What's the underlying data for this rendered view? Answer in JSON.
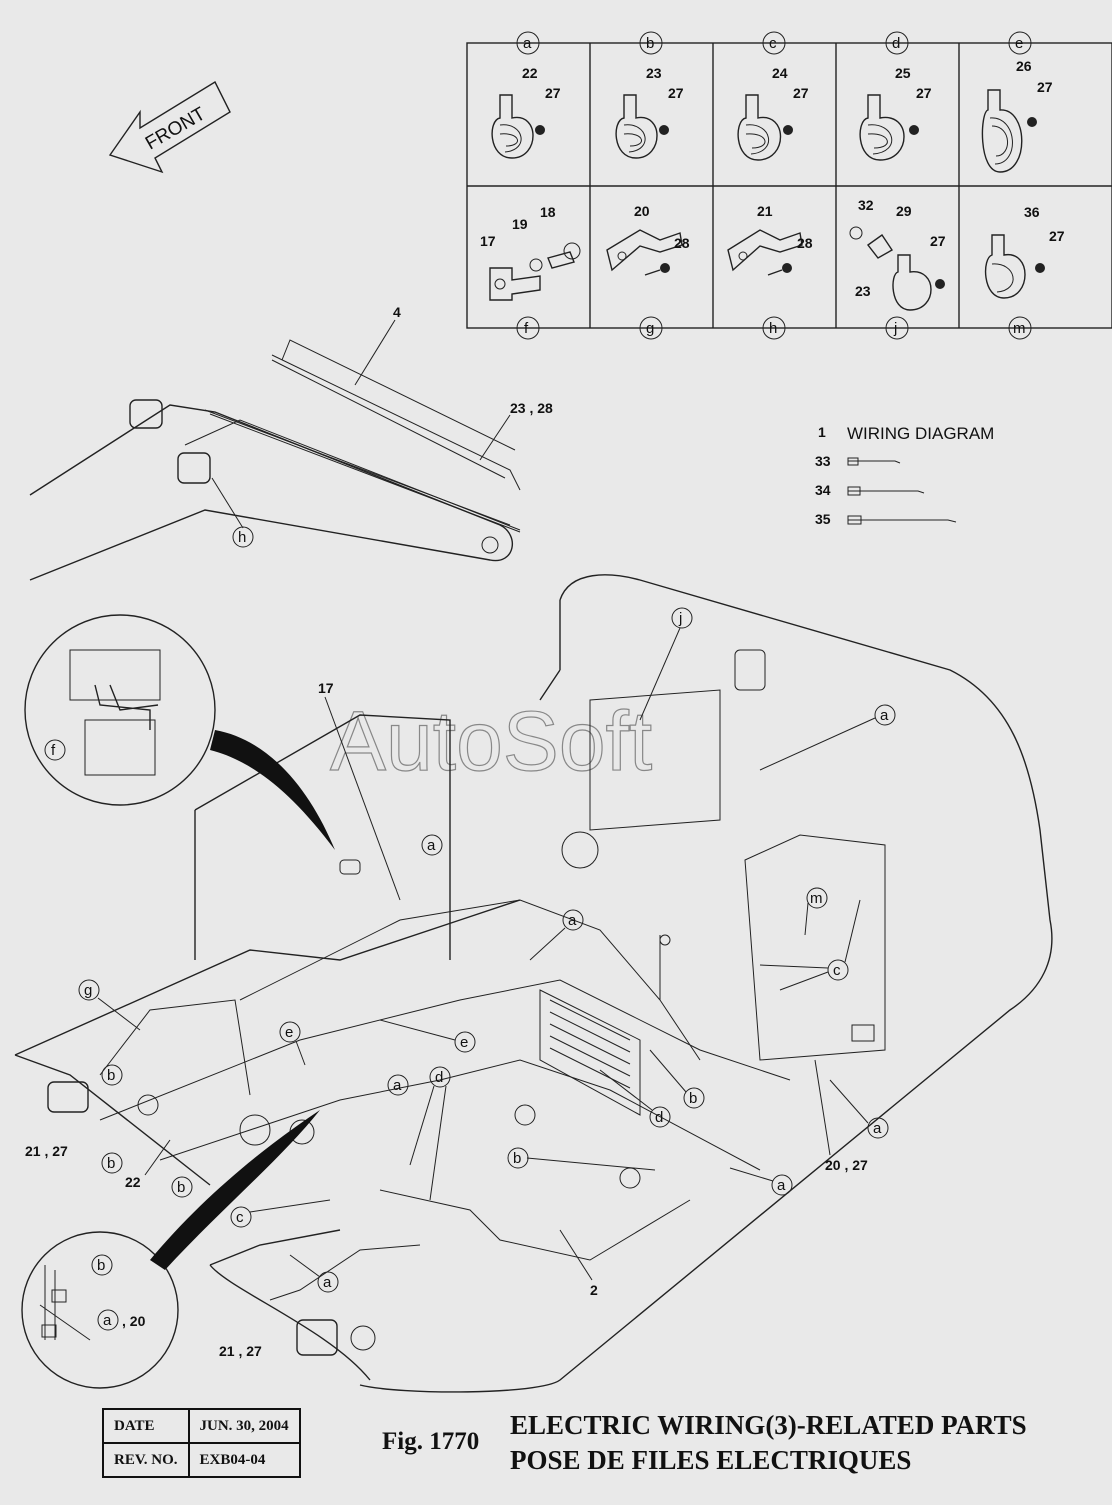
{
  "watermark": "AutoSoft",
  "front_arrow": "FRONT",
  "clamp_table": {
    "top_row": [
      {
        "letter": "a",
        "parts": [
          "22",
          "27"
        ]
      },
      {
        "letter": "b",
        "parts": [
          "23",
          "27"
        ]
      },
      {
        "letter": "c",
        "parts": [
          "24",
          "27"
        ]
      },
      {
        "letter": "d",
        "parts": [
          "25",
          "27"
        ]
      },
      {
        "letter": "e",
        "parts": [
          "26",
          "27"
        ]
      }
    ],
    "bottom_row": [
      {
        "letter": "f",
        "parts": [
          "17",
          "19",
          "18"
        ]
      },
      {
        "letter": "g",
        "parts": [
          "20",
          "28"
        ]
      },
      {
        "letter": "h",
        "parts": [
          "21",
          "28"
        ]
      },
      {
        "letter": "j",
        "parts": [
          "32",
          "29",
          "27",
          "23"
        ]
      },
      {
        "letter": "m",
        "parts": [
          "36",
          "27"
        ]
      }
    ]
  },
  "legend": {
    "wiring": {
      "num": "1",
      "text": "WIRING DIAGRAM"
    },
    "ties": [
      "33",
      "34",
      "35"
    ]
  },
  "callouts": {
    "n4": "4",
    "n23_28": "23 , 28",
    "n17": "17",
    "n2": "2",
    "n22": "22",
    "n21_27_a": "21 , 27",
    "n21_27_b": "21 , 27",
    "n20_27": "20 , 27",
    "n20": ", 20"
  },
  "footer": {
    "date_label": "DATE",
    "date_value": "JUN. 30, 2004",
    "rev_label": "REV. NO.",
    "rev_value": "EXB04-04",
    "fig": "Fig. 1770",
    "title_en": "ELECTRIC WIRING(3)-RELATED PARTS",
    "title_fr": "POSE DE FILES ELECTRIQUES"
  }
}
